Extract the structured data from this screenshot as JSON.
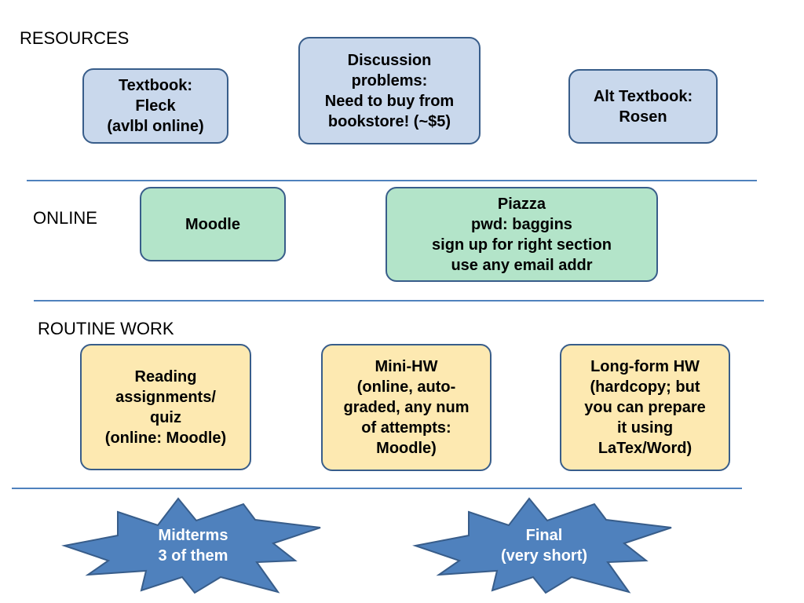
{
  "sections": {
    "resources": "RESOURCES",
    "online": "ONLINE",
    "routine": "ROUTINE WORK"
  },
  "resources": {
    "textbook": [
      "Textbook:",
      "Fleck",
      "(avlbl online)"
    ],
    "discussion": [
      "Discussion",
      "problems:",
      "Need to buy from",
      "bookstore! (~$5)"
    ],
    "alt_textbook": [
      "Alt Textbook:",
      "Rosen"
    ]
  },
  "online": {
    "moodle": [
      "Moodle"
    ],
    "piazza": [
      "Piazza",
      "pwd: baggins",
      "sign up for right section",
      "use any email addr"
    ]
  },
  "routine": {
    "reading": [
      "Reading",
      "assignments/",
      "quiz",
      "(online: Moodle)"
    ],
    "mini_hw": [
      "Mini-HW",
      "(online, auto-",
      "graded, any num",
      "of attempts:",
      "Moodle)"
    ],
    "long_hw": [
      "Long-form HW",
      "(hardcopy; but",
      "you can prepare",
      "it using",
      "LaTex/Word)"
    ]
  },
  "exams": {
    "midterms": [
      "Midterms",
      "3 of them"
    ],
    "final": [
      "Final",
      "(very short)"
    ]
  },
  "colors": {
    "divider": "#4f81bd",
    "resources_fill": "#c9d8ec",
    "online_fill": "#b3e4c9",
    "routine_fill": "#fde9b1",
    "border": "#385d8a",
    "burst_fill": "#4f81bd"
  }
}
